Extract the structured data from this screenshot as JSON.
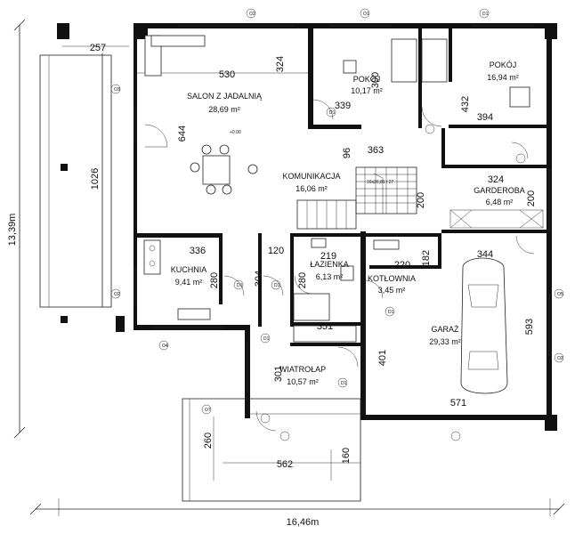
{
  "rooms": [
    {
      "name": "SALON Z JADALNIĄ",
      "area": "28,69 m²"
    },
    {
      "name": "POKÓJ",
      "area": "10,17 m²"
    },
    {
      "name": "POKÓJ",
      "area": "16,94 m²"
    },
    {
      "name": "KOMUNIKACJA",
      "area": "16,06 m²"
    },
    {
      "name": "GARDEROBA",
      "area": "6,48 m²"
    },
    {
      "name": "KUCHNIA",
      "area": "9,41 m²"
    },
    {
      "name": "ŁAZIENKA",
      "area": "6,13 m²"
    },
    {
      "name": "KOTŁOWNIA",
      "area": "3,45 m²"
    },
    {
      "name": "GARAŻ",
      "area": "29,33 m²"
    },
    {
      "name": "WIATROŁAP",
      "area": "10,57 m²"
    }
  ],
  "dimensions": {
    "terrace_width": "257",
    "salon_width": "530",
    "salon_depth": "644",
    "salon_bay": "324",
    "overall_depth_left": "1026",
    "pokoj1_depth": "300",
    "pokoj1_width": "339",
    "pokoj2_depth": "432",
    "pokoj2_width": "394",
    "hall_a": "96",
    "hall_b": "363",
    "garderoba_width": "324",
    "garderoba_depth": "200",
    "stair_depth": "200",
    "kuchnia_width": "336",
    "kuchnia_depth": "280",
    "passage_width": "120",
    "passage_depth": "304",
    "lazienka_width": "219",
    "lazienka_depth": "280",
    "kotlownia_width": "220",
    "kotlownia_depth": "182",
    "garage_width_top": "344",
    "garage_depth_right": "593",
    "garage_depth_left": "401",
    "garage_width_bottom": "571",
    "wiatrolap_width": "351",
    "wiatrolap_depth": "301",
    "porch_depth": "260",
    "porch_width": "562",
    "porch_step": "160",
    "total_width": "16,46m",
    "total_depth": "13,39m"
  },
  "openings": [
    "O2",
    "O1",
    "D1",
    "D1",
    "D1",
    "D1",
    "D1",
    "D1",
    "D1",
    "O3",
    "O5",
    "O2",
    "O2",
    "O7",
    "O4"
  ],
  "stair_label": "16x26,81 / 27",
  "level_mark": "+0.00"
}
